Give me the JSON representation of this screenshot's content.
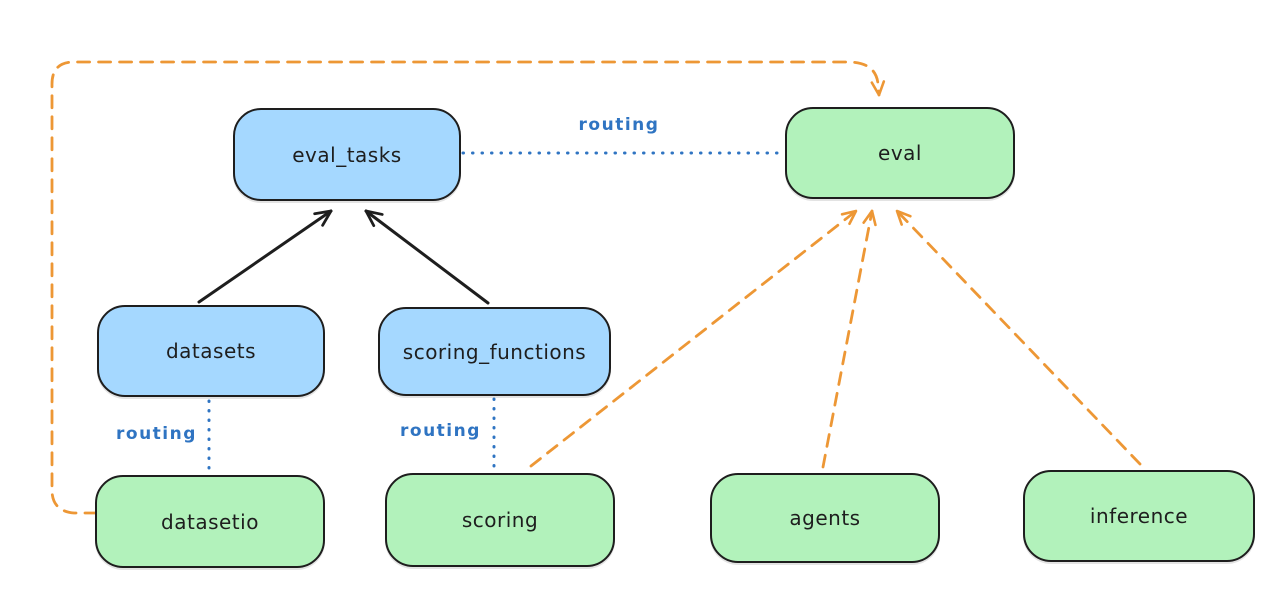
{
  "diagram": {
    "title": "",
    "colors": {
      "background": "#ffffff",
      "blue_node_fill": "#a5d8ff",
      "green_node_fill": "#b2f2bb",
      "node_stroke": "#1e1e1e",
      "solid_arrow": "#1e1e1e",
      "routing_line": "#2f74c2",
      "provider_arrow": "#ed9735"
    },
    "nodes": {
      "eval_tasks": {
        "label": "eval_tasks",
        "color": "blue"
      },
      "eval": {
        "label": "eval",
        "color": "green"
      },
      "datasets": {
        "label": "datasets",
        "color": "blue"
      },
      "scoring_functions": {
        "label": "scoring_functions",
        "color": "blue"
      },
      "datasetio": {
        "label": "datasetio",
        "color": "green"
      },
      "scoring": {
        "label": "scoring",
        "color": "green"
      },
      "agents": {
        "label": "agents",
        "color": "green"
      },
      "inference": {
        "label": "inference",
        "color": "green"
      }
    },
    "edges": [
      {
        "from": "datasets",
        "to": "eval_tasks",
        "style": "solid",
        "color": "black",
        "arrow": true,
        "label": ""
      },
      {
        "from": "scoring_functions",
        "to": "eval_tasks",
        "style": "solid",
        "color": "black",
        "arrow": true,
        "label": ""
      },
      {
        "from": "eval_tasks",
        "to": "eval",
        "style": "dotted",
        "color": "blue",
        "arrow": false,
        "label": "routing"
      },
      {
        "from": "datasets",
        "to": "datasetio",
        "style": "dotted",
        "color": "blue",
        "arrow": false,
        "label": "routing"
      },
      {
        "from": "scoring_functions",
        "to": "scoring",
        "style": "dotted",
        "color": "blue",
        "arrow": false,
        "label": "routing"
      },
      {
        "from": "datasetio",
        "to": "eval",
        "style": "dashed",
        "color": "orange",
        "arrow": true,
        "label": ""
      },
      {
        "from": "scoring",
        "to": "eval",
        "style": "dashed",
        "color": "orange",
        "arrow": true,
        "label": ""
      },
      {
        "from": "agents",
        "to": "eval",
        "style": "dashed",
        "color": "orange",
        "arrow": true,
        "label": ""
      },
      {
        "from": "inference",
        "to": "eval",
        "style": "dashed",
        "color": "orange",
        "arrow": true,
        "label": ""
      }
    ]
  }
}
